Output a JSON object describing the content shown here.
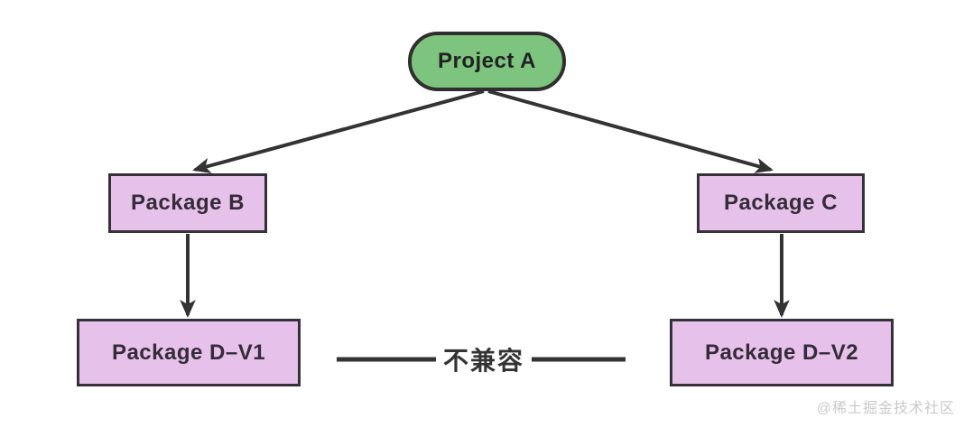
{
  "diagram": {
    "nodes": {
      "project_a": {
        "label": "Project A"
      },
      "package_b": {
        "label": "Package B"
      },
      "package_c": {
        "label": "Package C"
      },
      "package_d_v1": {
        "label": "Package D–V1"
      },
      "package_d_v2": {
        "label": "Package D–V2"
      }
    },
    "edge_label_incompatible": "不兼容",
    "colors": {
      "node_green_fill": "#7dc57f",
      "node_purple_fill": "#e6c2ea",
      "stroke_dark": "#333333",
      "watermark_gray": "#c9c9c9"
    }
  },
  "watermark": "@稀土掘金技术社区"
}
